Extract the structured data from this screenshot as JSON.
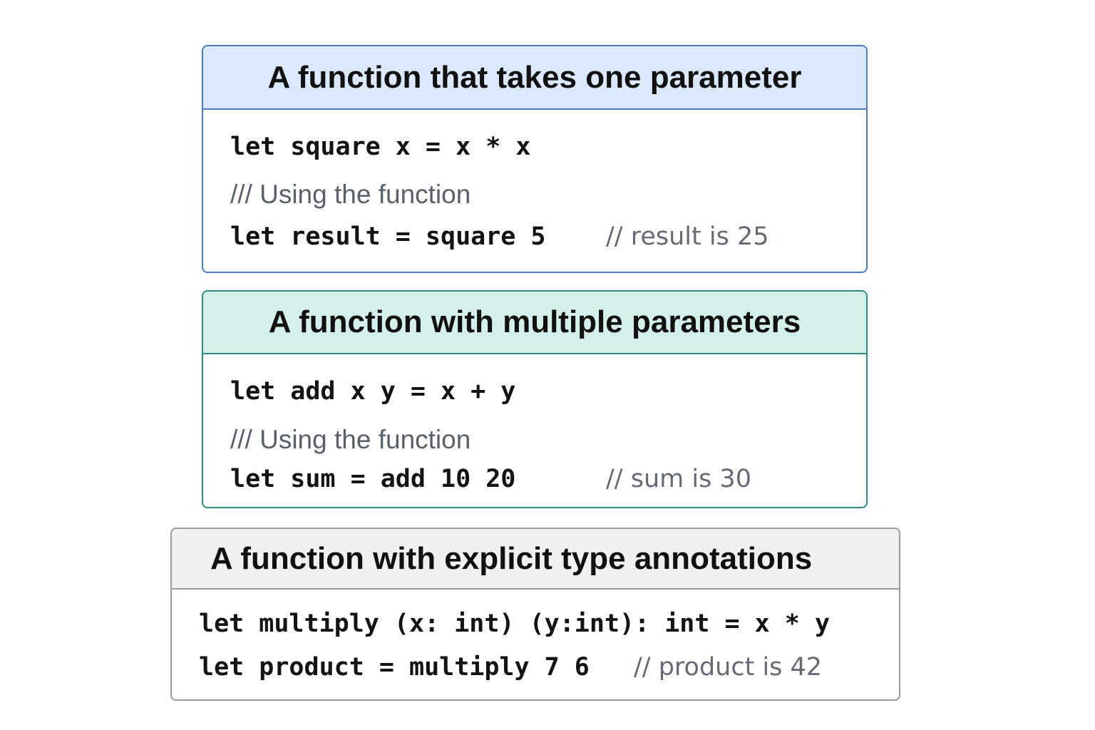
{
  "cards": [
    {
      "title": "A function that takes one parameter",
      "accent": "#4a7bc4",
      "header_bg": "#dce9fd",
      "code_line": "let square x = x * x",
      "doc_comment": "/// Using the function",
      "usage_code": "let result = square 5",
      "usage_comment": "// result is 25"
    },
    {
      "title": "A function with multiple parameters",
      "accent": "#2f8c80",
      "header_bg": "#d5efea",
      "code_line": "let add x y = x + y",
      "doc_comment": "/// Using the function",
      "usage_code": "let sum = add 10 20",
      "usage_comment": "// sum is 30"
    },
    {
      "title": "A function with explicit type annotations",
      "accent": "#9a9a9a",
      "header_bg": "#f0f0f0",
      "code_line": "let multiply (x: int) (y:int): int = x * y",
      "usage_code": "let product = multiply 7 6",
      "usage_comment": "// product is 42"
    }
  ]
}
